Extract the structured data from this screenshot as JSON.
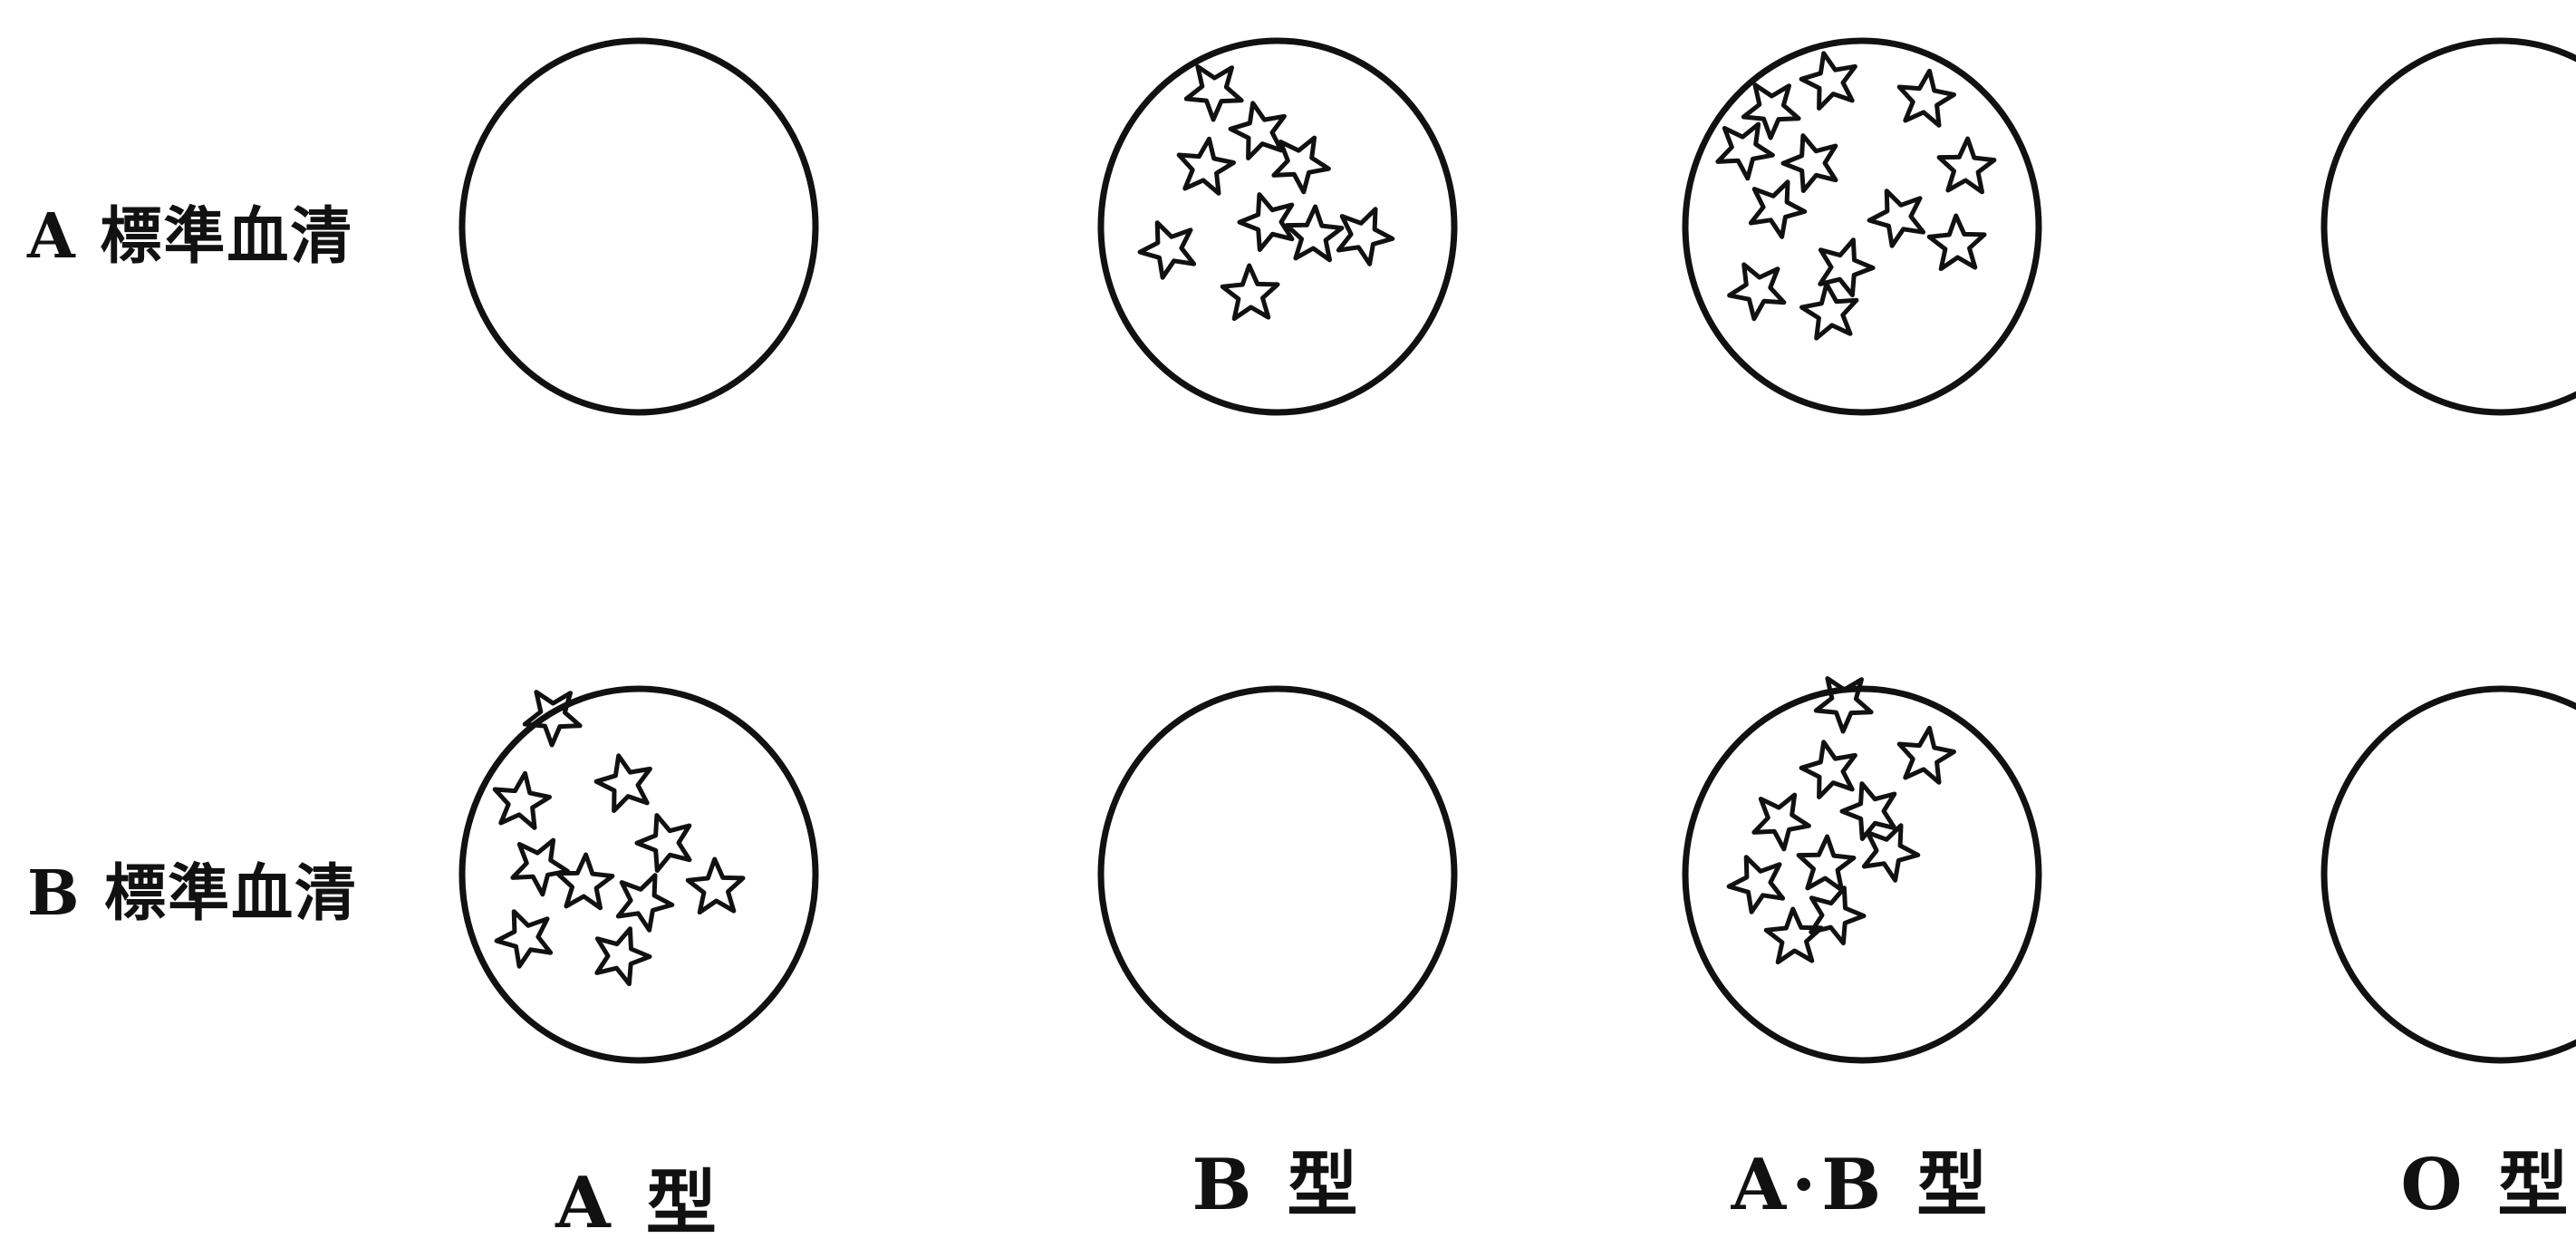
{
  "rows": [
    {
      "label": "A 標準血清",
      "wells": [
        {
          "column": "A 型",
          "agglutinated": false
        },
        {
          "column": "B 型",
          "agglutinated": true
        },
        {
          "column": "A·B 型",
          "agglutinated": true
        },
        {
          "column": "O 型",
          "agglutinated": false
        }
      ]
    },
    {
      "label": "B 標準血清",
      "wells": [
        {
          "column": "A 型",
          "agglutinated": true
        },
        {
          "column": "B 型",
          "agglutinated": false
        },
        {
          "column": "A·B 型",
          "agglutinated": true
        },
        {
          "column": "O 型",
          "agglutinated": false
        }
      ]
    }
  ],
  "columns": [
    "A 型",
    "B 型",
    "A·B 型",
    "O 型"
  ],
  "colors": {
    "ink": "#111111",
    "background": "#ffffff"
  },
  "icons": {
    "well": "circle-outline",
    "clump": "star-outline"
  }
}
